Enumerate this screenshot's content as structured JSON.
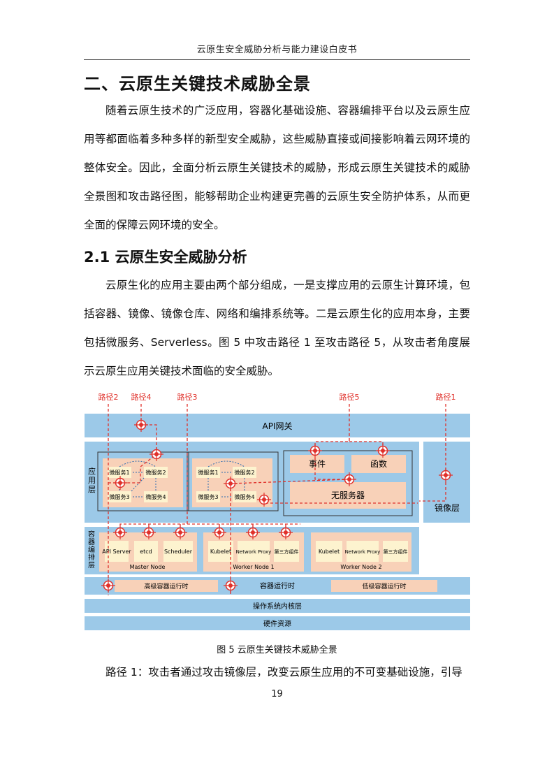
{
  "header": {
    "title": "云原生安全威胁分析与能力建设白皮书"
  },
  "section": {
    "title": "二、云原生关键技术威胁全景"
  },
  "intro": {
    "paragraph": "随着云原生技术的广泛应用，容器化基础设施、容器编排平台以及云原生应用等都面临着多种多样的新型安全威胁，这些威胁直接或间接影响着云网环境的整体安全。因此，全面分析云原生关键技术的威胁，形成云原生关键技术的威胁全景图和攻击路径图，能够帮助企业构建更完善的云原生安全防护体系，从而更全面的保障云网环境的安全。"
  },
  "subsection": {
    "title": "2.1 云原生安全威胁分析"
  },
  "body": {
    "paragraph": "云原生化的应用主要由两个部分组成，一是支撑应用的云原生计算环境，包括容器、镜像、镜像仓库、网络和编排系统等。二是云原生化的应用本身，主要包括微服务、Serverless。图 5 中攻击路径 1 至攻击路径 5，从攻击者角度展示云原生应用关键技术面临的安全威胁。"
  },
  "diagram": {
    "paths": [
      "路径2",
      "路径4",
      "路径3",
      "路径5",
      "路径1"
    ],
    "api_gateway": "API网关",
    "app_layer": "应用层",
    "image_layer": "镜像层",
    "microservices": [
      "微服务1",
      "微服务2",
      "微服务3",
      "微服务4"
    ],
    "serverless": {
      "event": "事件",
      "function": "函数",
      "server": "无服务器"
    },
    "orchestration_layer": "容器编排层",
    "master": {
      "name": "Master Node",
      "components": [
        "API Server",
        "etcd",
        "Scheduler"
      ]
    },
    "worker1": {
      "name": "Worker Node 1",
      "components": [
        "Kubelet",
        "Network Proxy",
        "第三方组件"
      ]
    },
    "worker2": {
      "name": "Worker Node 2",
      "components": [
        "Kubelet",
        "Network Proxy",
        "第三方组件"
      ]
    },
    "runtime": {
      "label": "容器运行时",
      "high": "高级容器运行时",
      "low": "低级容器运行时"
    },
    "os_kernel": "操作系统内核层",
    "hardware": "硬件资源"
  },
  "colors": {
    "light_blue": "#9cc9e8",
    "mid_blue": "#62acd9",
    "peach": "#f8d1b8",
    "cream": "#fdf3cf",
    "red": "#e0302a"
  },
  "figure": {
    "caption": "图 5 云原生关键技术威胁全景"
  },
  "continuation": {
    "text": "路径 1：攻击者通过攻击镜像层，改变云原生应用的不可变基础设施，引导"
  },
  "page": {
    "number": "19"
  }
}
